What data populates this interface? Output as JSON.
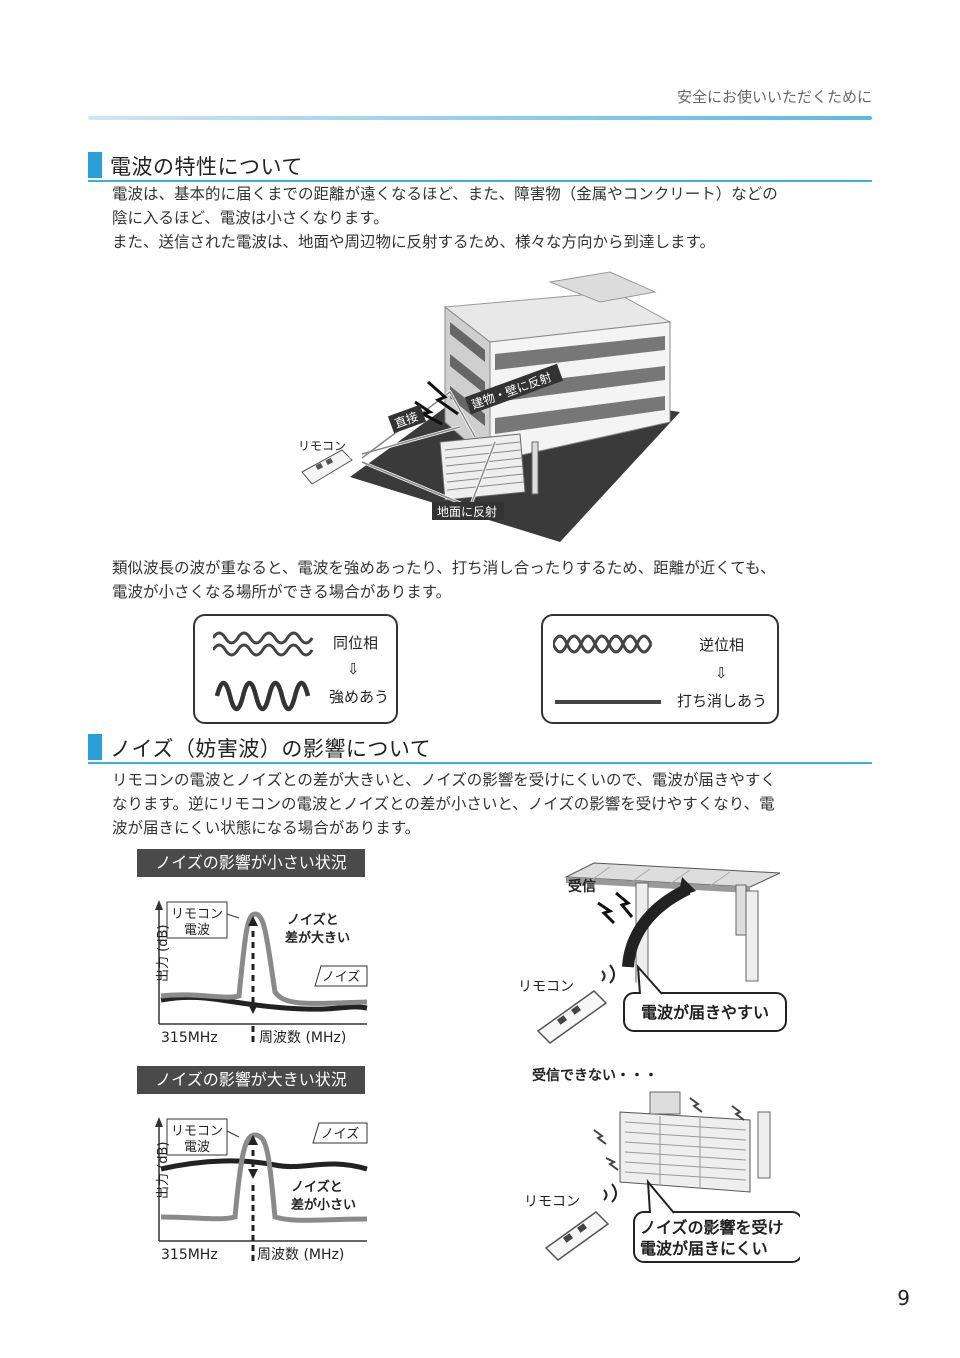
{
  "header": {
    "title": "安全にお使いいただくために"
  },
  "section1": {
    "title": "電波の特性について",
    "para1": [
      "電波は、基本的に届くまでの距離が遠くなるほど、また、障害物（金属やコンクリート）などの",
      "陰に入るほど、電波は小さくなります。",
      "また、送信された電波は、地面や周辺物に反射するため、様々な方向から到達します。"
    ],
    "figure": {
      "remote": "リモコン",
      "direct": "直接",
      "building": "建物・壁に反射",
      "ground": "地面に反射"
    },
    "para2": [
      "類似波長の波が重なると、電波を強めあったり、打ち消し合ったりするため、距離が近くても、",
      "電波が小さくなる場所ができる場合があります。"
    ],
    "in_phase": {
      "label": "同位相",
      "arrow": "⇩",
      "result": "強めあう"
    },
    "anti_phase": {
      "label": "逆位相",
      "arrow": "⇩",
      "result": "打ち消しあう"
    }
  },
  "section2": {
    "title": "ノイズ（妨害波）の影響について",
    "para": [
      "リモコンの電波とノイズとの差が大きいと、ノイズの影響を受けにくいので、電波が届きやすく",
      "なります。逆にリモコンの電波とノイズとの差が小さいと、ノイズの影響を受けやすくなり、電",
      "波が届きにくい状態になる場合があります。"
    ],
    "small_noise": {
      "banner": "ノイズの影響が小さい状況",
      "remote_wave": [
        "リモコン",
        "電波"
      ],
      "diff": [
        "ノイズと",
        "差が大きい"
      ],
      "noise": "ノイズ",
      "ylabel": "出力 (dB)",
      "freq": "315MHz",
      "xlabel": "周波数 (MHz)"
    },
    "large_noise": {
      "banner": "ノイズの影響が大きい状況",
      "remote_wave": [
        "リモコン",
        "電波"
      ],
      "diff": [
        "ノイズと",
        "差が小さい"
      ],
      "noise": "ノイズ",
      "ylabel": "出力 (dB)",
      "freq": "315MHz",
      "xlabel": "周波数 (MHz)"
    },
    "good_case": {
      "receive": "受信",
      "remote": "リモコン",
      "callout": "電波が届きやすい"
    },
    "bad_case": {
      "receive": "受信できない・・・",
      "remote": "リモコン",
      "callout": [
        "ノイズの影響を受け",
        "電波が届きにくい"
      ]
    }
  },
  "page_number": "9"
}
